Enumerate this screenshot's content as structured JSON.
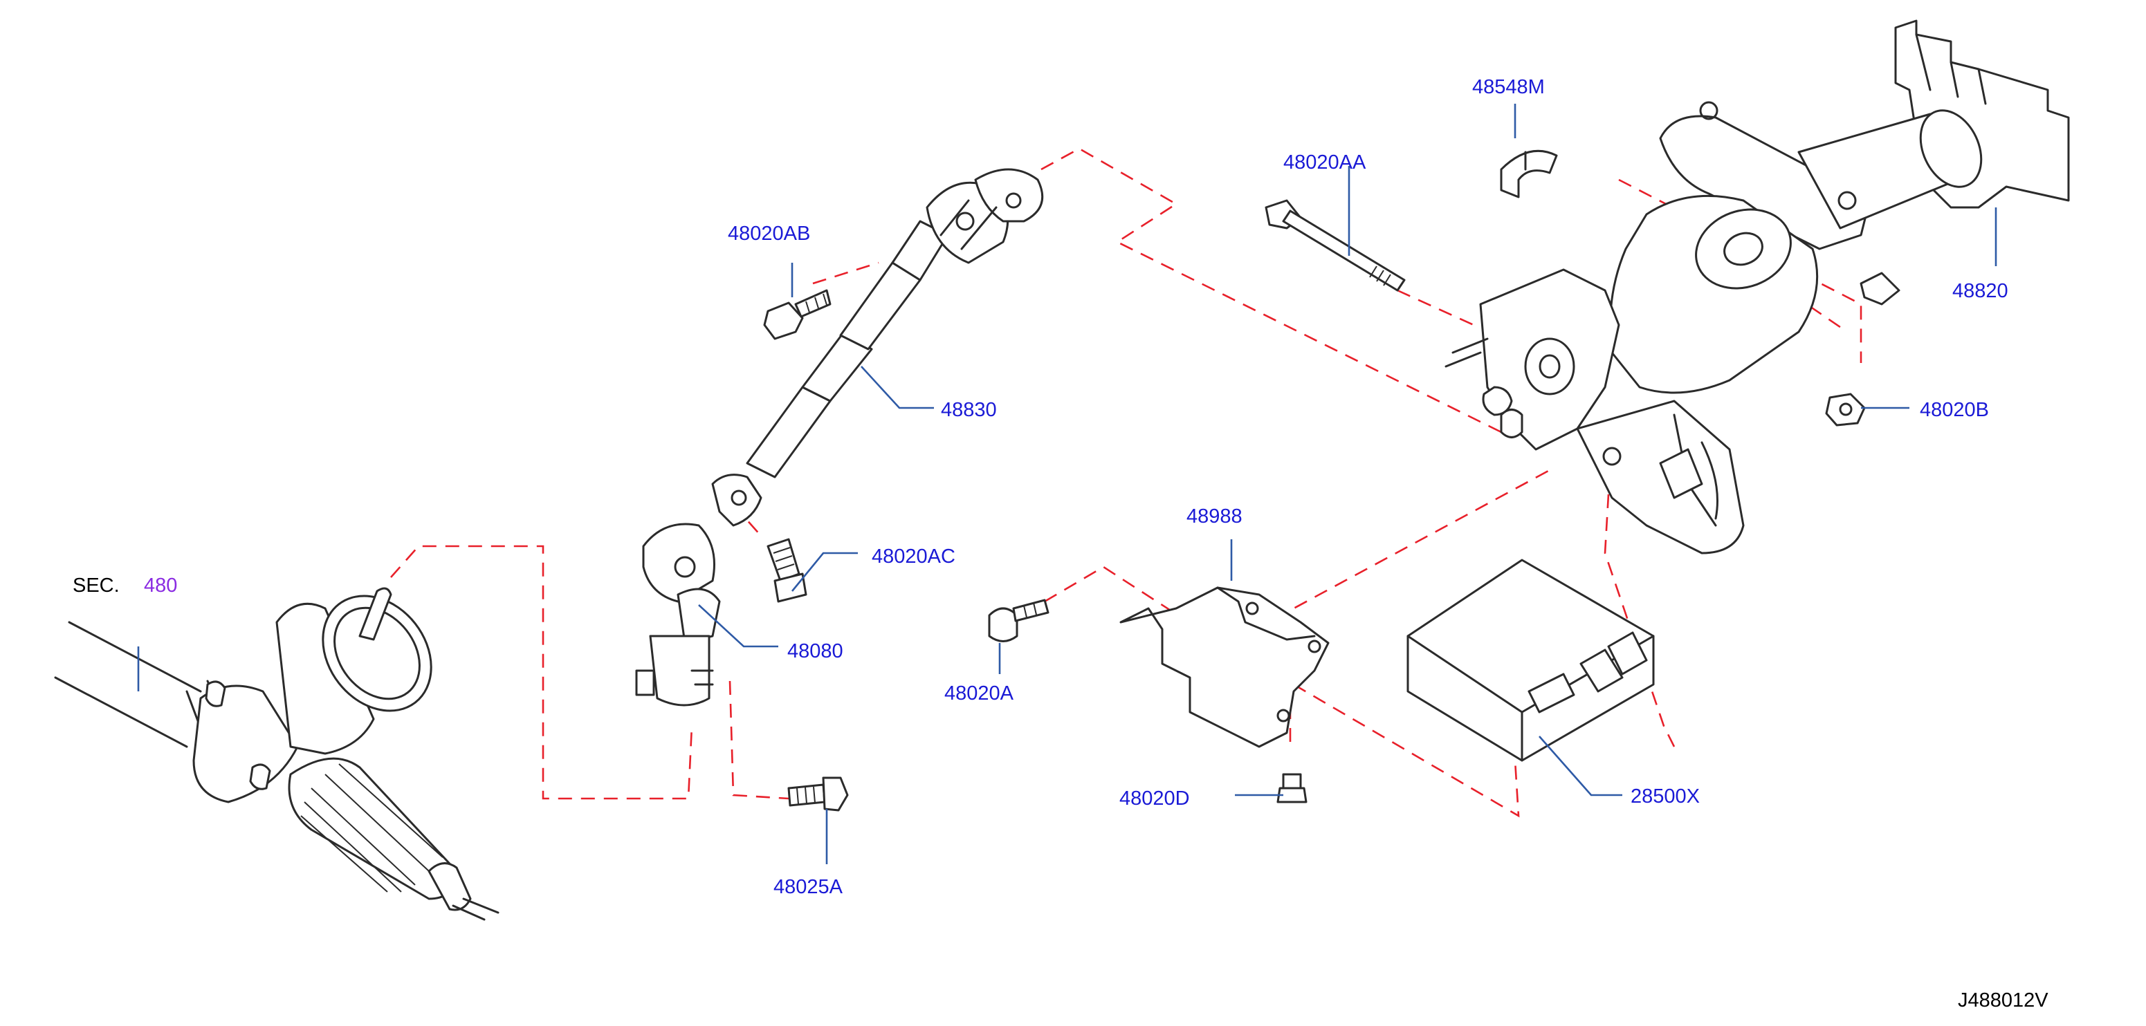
{
  "colors": {
    "part_number": "#1a1ad6",
    "section_ref": "#8a2be2",
    "plain_text": "#000000",
    "leader": "#2e5aa6",
    "assembly_line": "#e8202a",
    "outline": "#2b2b2b"
  },
  "section_ref": {
    "prefix": "SEC.",
    "number": "480"
  },
  "diagram_code": "J488012V",
  "callouts": {
    "p48548M": "48548M",
    "p48020AA": "48020AA",
    "p48020AB": "48020AB",
    "p48820": "48820",
    "p48830": "48830",
    "p48020B": "48020B",
    "p48988": "48988",
    "p48020AC": "48020AC",
    "p48080": "48080",
    "p48020A": "48020A",
    "p48020D": "48020D",
    "p28500X": "28500X",
    "p48025A": "48025A"
  }
}
